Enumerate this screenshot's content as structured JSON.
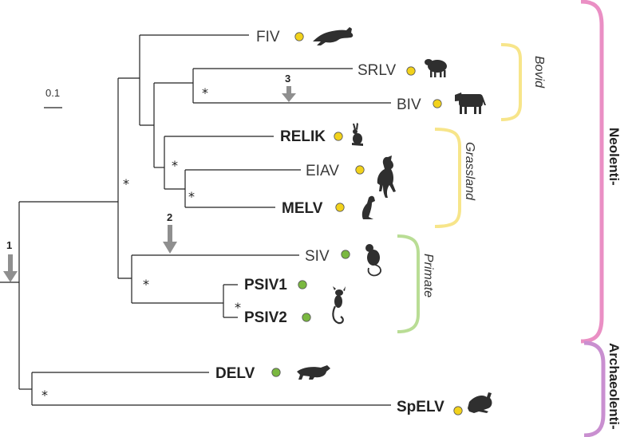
{
  "scale_bar": "0.1",
  "taxa": {
    "fiv": "FIV",
    "srlv": "SRLV",
    "biv": "BIV",
    "relik": "RELIK",
    "eiav": "EIAV",
    "melv": "MELV",
    "siv": "SIV",
    "psiv1": "PSIV1",
    "psiv2": "PSIV2",
    "delv": "DELV",
    "spelv": "SpELV"
  },
  "groups": {
    "bovid": "Bovid",
    "grassland": "Grassland",
    "primate": "Primate"
  },
  "clades": {
    "neolenti": "Neolenti-",
    "archaeolenti": "Archaeolenti-"
  },
  "support_marker": "*",
  "arrows": {
    "one": "1",
    "two": "2",
    "three": "3"
  },
  "colors": {
    "yellow_dot": "#f2d21b",
    "green_dot": "#7ab840",
    "bovid_bracket": "#f7e58a",
    "grassland_bracket": "#f7e58a",
    "primate_bracket": "#b9dd95",
    "neolenti_bracket": "#ea8fc4",
    "archaeolenti_bracket": "#c98fd0",
    "arrow": "#8f8f8f"
  },
  "icons": {
    "fiv": "cat-icon",
    "srlv": "sheep-icon",
    "biv": "cow-icon",
    "relik": "rabbit-icon",
    "eiav": "horse-icon",
    "melv": "weasel-icon",
    "siv": "monkey-icon",
    "psiv": "lemur-icon",
    "delv": "tasmanian-devil-icon",
    "spelv": "springhare-icon"
  }
}
